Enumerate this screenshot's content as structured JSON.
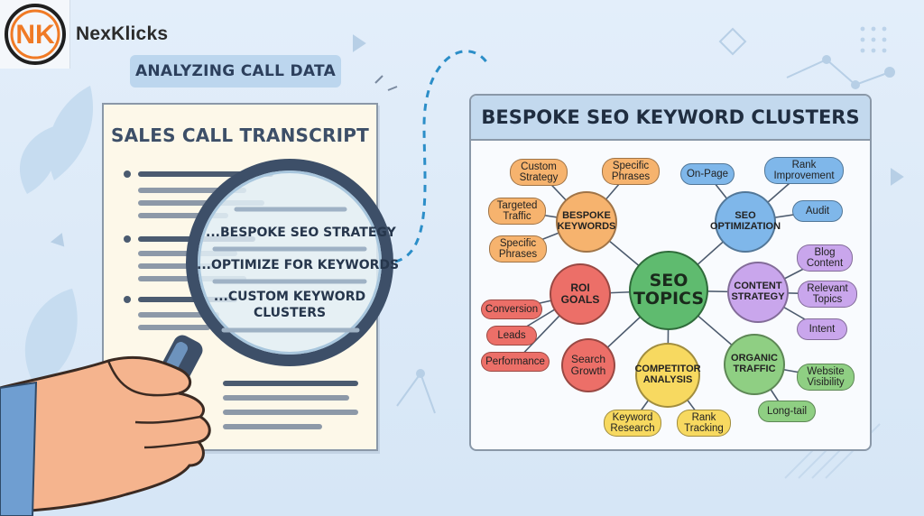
{
  "brand": {
    "initials": "NK",
    "name": "NexKlicks"
  },
  "banner": {
    "label": "ANALYZING CALL DATA"
  },
  "transcript": {
    "title": "SALES CALL TRANSCRIPT",
    "magnified": [
      "...BESPOKE SEO STRATEGY",
      "...OPTIMIZE FOR KEYWORDS",
      "...CUSTOM KEYWORD",
      "CLUSTERS"
    ]
  },
  "panel": {
    "title": "BESPOKE SEO KEYWORD CLUSTERS",
    "center": {
      "line1": "SEO",
      "line2": "TOPICS"
    },
    "colors": {
      "orange": "#f6b36e",
      "red": "#ec6f68",
      "blue": "#7fb7ea",
      "purple": "#c9a6ec",
      "yellow": "#f7d960",
      "green": "#8fcf83",
      "center": "#5fbb6f"
    },
    "hubs": {
      "bespoke": {
        "line1": "BESPOKE",
        "line2": "KEYWORDS"
      },
      "seo_opt": {
        "line1": "SEO",
        "line2": "OPTIMIZATION"
      },
      "content": {
        "line1": "CONTENT",
        "line2": "STRATEGY"
      },
      "organic": {
        "line1": "ORGANIC",
        "line2": "TRAFFIC"
      },
      "competitor": {
        "line1": "COMPETITOR",
        "line2": "ANALYSIS"
      },
      "roi": {
        "line1": "ROI",
        "line2": "GOALS"
      },
      "search_growth": {
        "line1": "Search",
        "line2": "Growth"
      }
    },
    "leaves": {
      "custom_strategy": {
        "line1": "Custom",
        "line2": "Strategy"
      },
      "specific_phrases_top": {
        "line1": "Specific",
        "line2": "Phrases"
      },
      "targeted_traffic": {
        "line1": "Targeted",
        "line2": "Traffic"
      },
      "specific_phrases_bottom": {
        "line1": "Specific",
        "line2": "Phrases"
      },
      "on_page": {
        "line1": "On-Page"
      },
      "rank_improvement": {
        "line1": "Rank",
        "line2": "Improvement"
      },
      "audit": {
        "line1": "Audit"
      },
      "blog_content": {
        "line1": "Blog",
        "line2": "Content"
      },
      "relevant_topics": {
        "line1": "Relevant",
        "line2": "Topics"
      },
      "intent": {
        "line1": "Intent"
      },
      "website_visibility": {
        "line1": "Website",
        "line2": "Visibility"
      },
      "long_tail": {
        "line1": "Long-tail"
      },
      "keyword_research": {
        "line1": "Keyword",
        "line2": "Research"
      },
      "rank_tracking": {
        "line1": "Rank",
        "line2": "Tracking"
      },
      "conversion": {
        "line1": "Conversion"
      },
      "leads": {
        "line1": "Leads"
      },
      "performance": {
        "line1": "Performance"
      }
    }
  }
}
